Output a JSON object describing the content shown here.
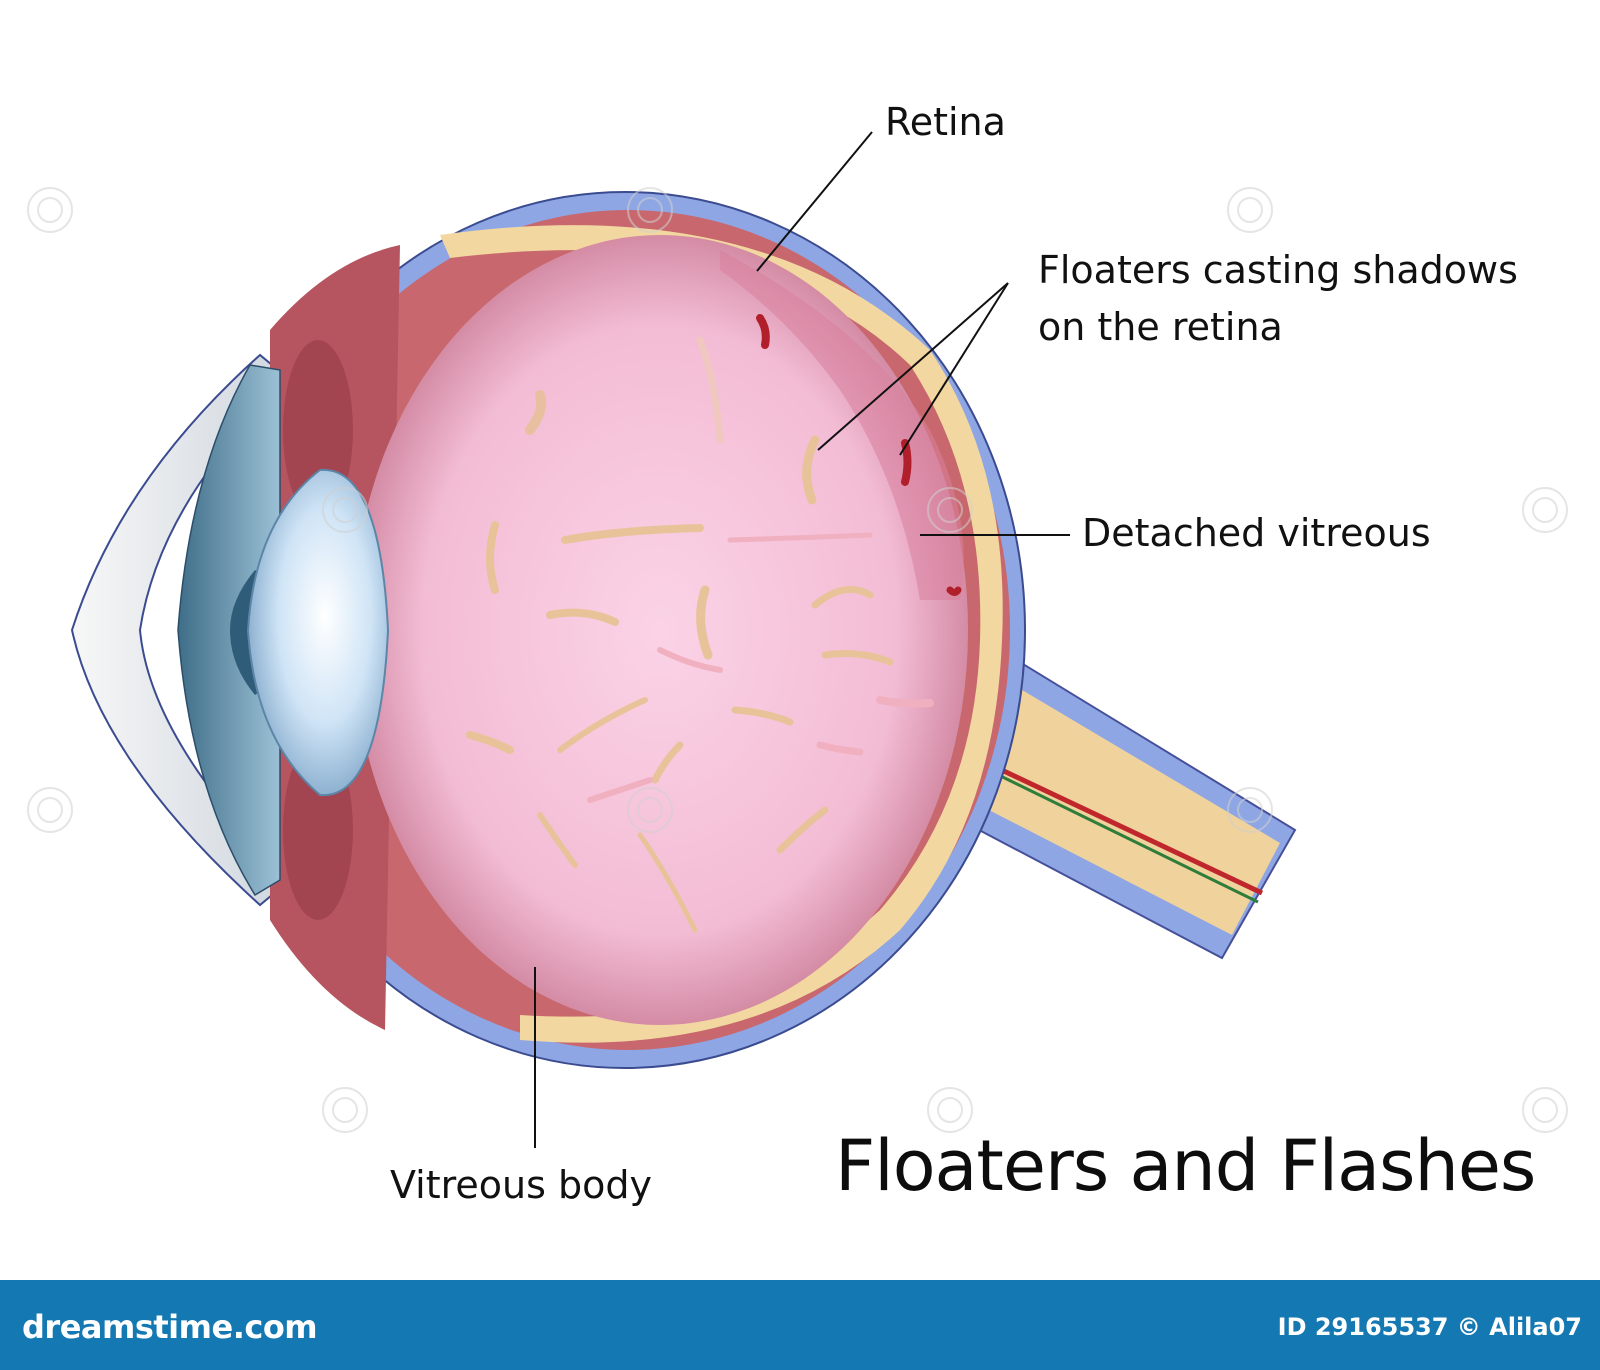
{
  "title": "Floaters and Flashes",
  "labels": {
    "retina": "Retina",
    "floaters_line1": "Floaters casting shadows",
    "floaters_line2": "on the retina",
    "detached_vitreous": "Detached vitreous",
    "vitreous_body": "Vitreous body"
  },
  "footer": {
    "logo": "dreamstime.com",
    "image_id": "ID 29165537 © Alila07"
  },
  "watermark": "dreamstime",
  "colors": {
    "sclera": "#8ea6e4",
    "choroid": "#c8686e",
    "retina": "#f2d7a0",
    "vitreous": "#f6c6dc",
    "floater": "#e8c8a0",
    "footer": "#1478b2"
  }
}
